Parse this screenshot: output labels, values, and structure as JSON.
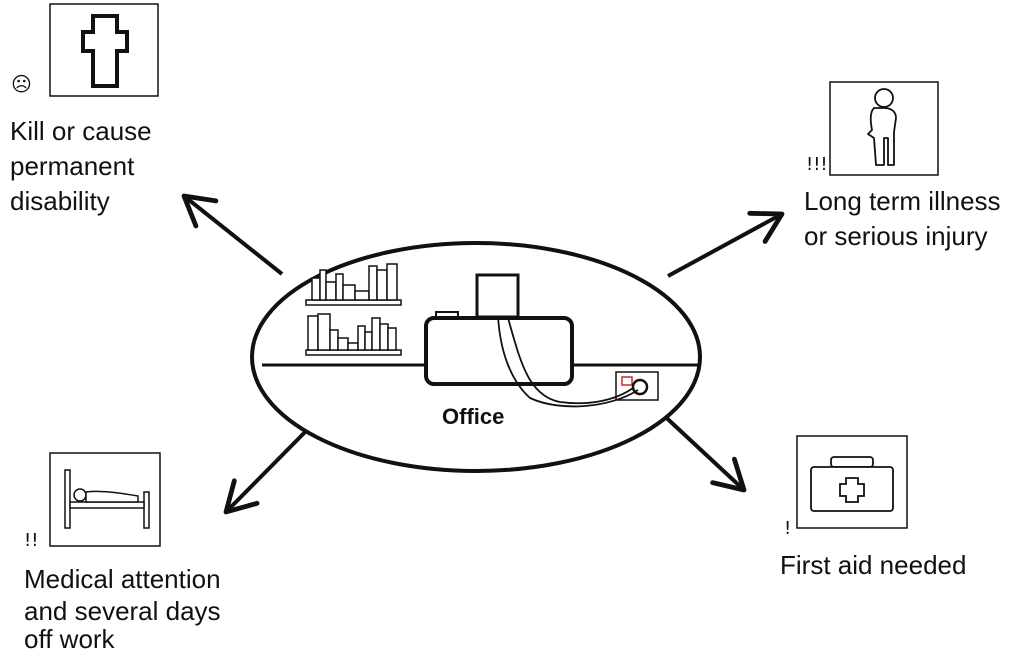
{
  "center": {
    "label": "Office"
  },
  "outcomes": {
    "top_left": {
      "marker": "☹",
      "icon": "coffin-icon",
      "lines": [
        "Kill or cause",
        "permanent",
        "disability"
      ]
    },
    "top_right": {
      "marker": "!!!",
      "icon": "injured-person-icon",
      "lines": [
        "Long term illness",
        "or serious injury"
      ]
    },
    "bottom_left": {
      "marker": "!!",
      "icon": "hospital-bed-icon",
      "lines": [
        "Medical attention",
        "and several days",
        "off work"
      ]
    },
    "bottom_right": {
      "marker": "!",
      "icon": "first-aid-kit-icon",
      "lines": [
        "First aid needed"
      ]
    }
  },
  "colors": {
    "ink": "#111111",
    "socket_red": "#cc2a2a"
  }
}
